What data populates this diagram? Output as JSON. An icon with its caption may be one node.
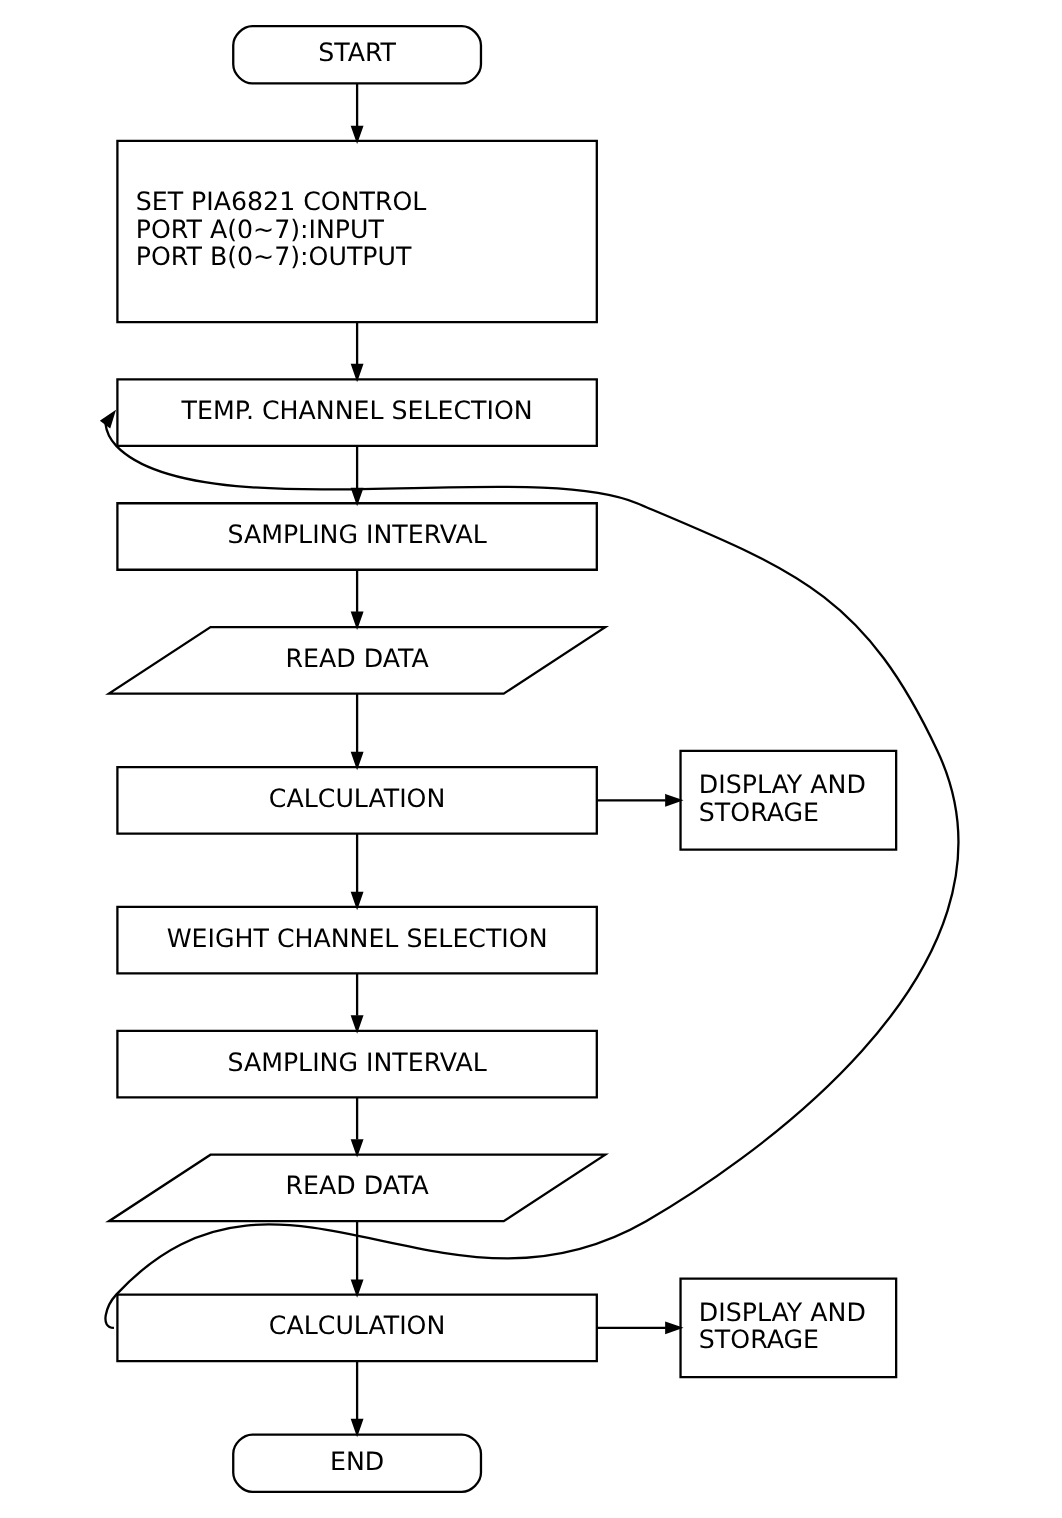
{
  "diagram": {
    "nodes": [
      {
        "text": [
          "START"
        ]
      },
      {
        "text": [
          "SET PIA6821 CONTROL PORT A(0~7):INPUT PORT B(0~7):OUTPUT"
        ]
      },
      {
        "text": [
          "TEMP. CHANNEL SELECTION"
        ]
      },
      {
        "text": [
          "SAMPLING INTERVAL"
        ]
      },
      {
        "text": [
          "READ DATA"
        ]
      },
      {
        "text": [
          "CALCULATION"
        ]
      },
      {
        "text": [
          "DISPLAY AND STORAGE"
        ]
      },
      {
        "text": [
          "WEIGHT CHANNEL SELECTION"
        ]
      },
      {
        "text": [
          "SAMPLING INTERVAL"
        ]
      },
      {
        "text": [
          "READ DATA"
        ]
      },
      {
        "text": [
          "CALCULATION"
        ]
      },
      {
        "text": [
          "DISPLAY AND STORAGE"
        ]
      },
      {
        "text": [
          "END"
        ]
      }
    ],
    "edges": [
      {
        "from": 0,
        "to": 1,
        "arrow": "to"
      },
      {
        "from": 1,
        "to": 2,
        "arrow": "to"
      },
      {
        "from": 2,
        "to": 3,
        "arrow": "to"
      },
      {
        "from": 3,
        "to": 4,
        "arrow": "to"
      },
      {
        "from": 4,
        "to": 5,
        "arrow": "to"
      },
      {
        "from": 5,
        "to": 6,
        "arrow": "to"
      },
      {
        "from": 5,
        "to": 7,
        "arrow": "to"
      },
      {
        "from": 7,
        "to": 8,
        "arrow": "to"
      },
      {
        "from": 8,
        "to": 9,
        "arrow": "to"
      },
      {
        "from": 9,
        "to": 10,
        "arrow": "to"
      },
      {
        "from": 10,
        "to": 11,
        "arrow": "to"
      },
      {
        "from": 10,
        "to": 12,
        "arrow": "to"
      },
      {
        "from": 10,
        "to": 2,
        "arrow": "to"
      }
    ]
  }
}
